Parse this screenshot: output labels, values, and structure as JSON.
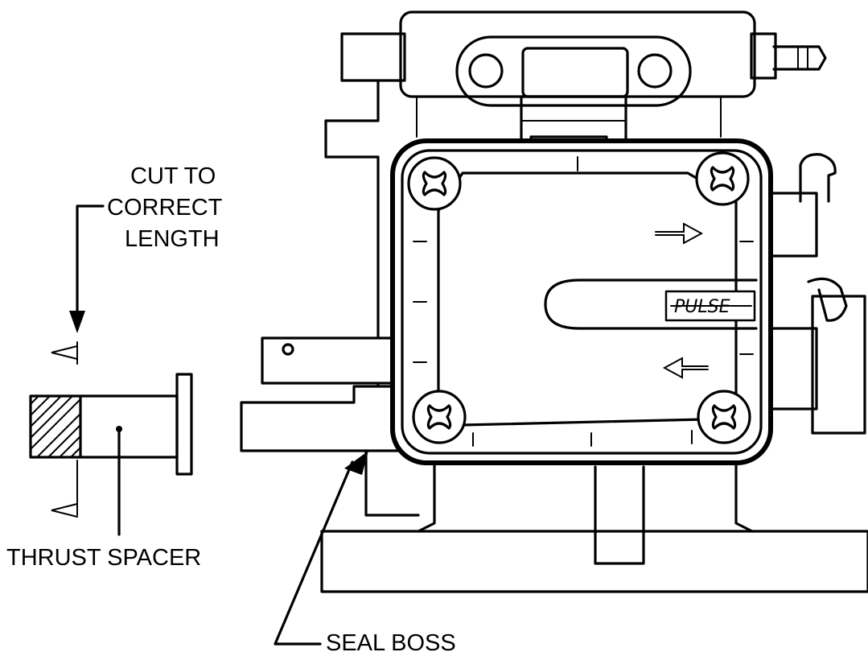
{
  "labels": {
    "cut_line1": "CUT TO",
    "cut_line2": "CORRECT",
    "cut_line3": "LENGTH",
    "thrust_spacer": "THRUST SPACER",
    "seal_boss": "SEAL BOSS",
    "pulse": "PULSE"
  }
}
